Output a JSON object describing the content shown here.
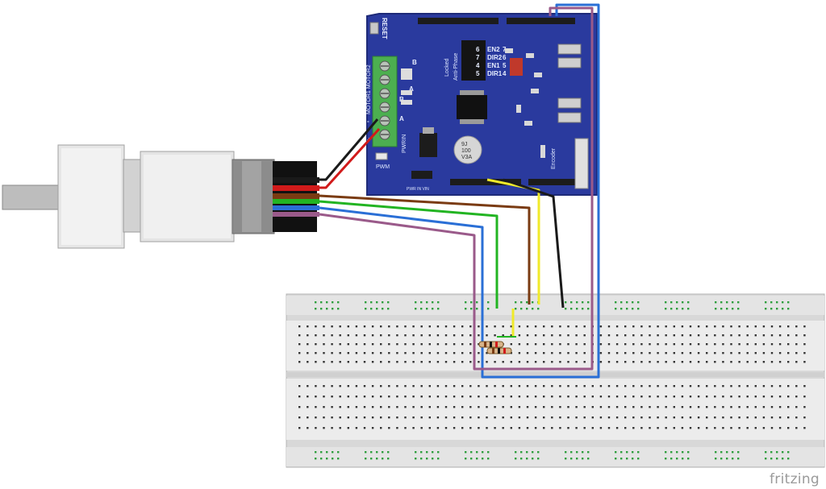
{
  "shield": {
    "reset_label": "RESET",
    "motor_block_label": "MOTOR1 MOTOR2",
    "pwr_in_label": "PWRIN",
    "terminal_a": "A",
    "terminal_b": "B",
    "terminal_b2": "B",
    "terminal_a2": "A",
    "terminal_plus": "+",
    "terminal_minus": "-",
    "pwm_label": "PWM",
    "locked_label": "Locked",
    "anti_phase_label": "Anti-Phase",
    "pin_map": [
      {
        "left": "6",
        "name": "EN2",
        "right": "7"
      },
      {
        "left": "7",
        "name": "DIR2",
        "right": "6"
      },
      {
        "left": "4",
        "name": "EN1",
        "right": "5"
      },
      {
        "left": "5",
        "name": "DIR1",
        "right": "4"
      }
    ],
    "cap_label_1": "9J",
    "cap_label_2": "100",
    "cap_label_3": "V3A",
    "bottom_label": "PWR IN  VIN",
    "side_label": "Encoder"
  },
  "wire_colors": {
    "black": "#1a1a1a",
    "red": "#d11a1a",
    "brown": "#7a3b12",
    "green": "#22b422",
    "blue": "#2a6fd6",
    "purple": "#9a5a8a",
    "yellow": "#f0ea2a"
  },
  "watermark": "fritzing"
}
